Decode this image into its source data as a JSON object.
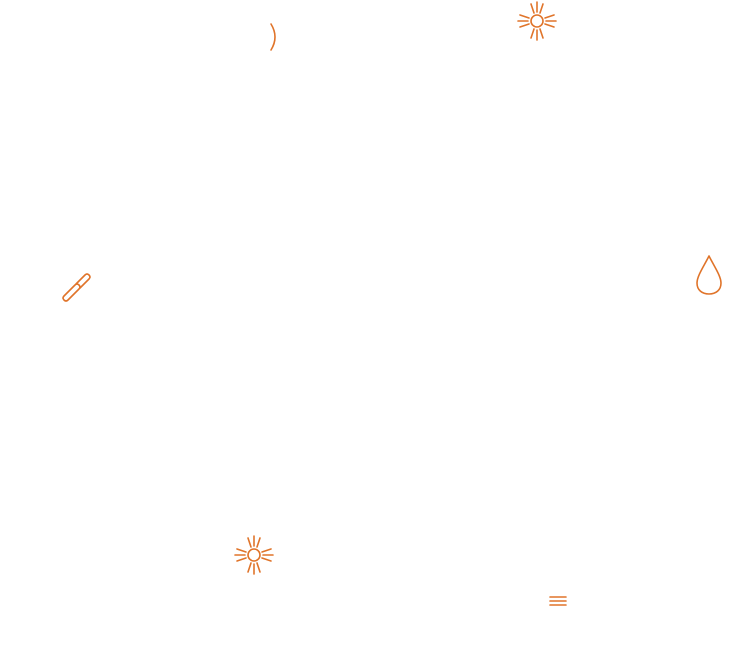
{
  "theme": {
    "accent": "#e0742a",
    "background": "#ffffff"
  },
  "icons": [
    {
      "id": "icon-arc",
      "semantic": "crescent-arc-icon"
    },
    {
      "id": "icon-sun-top",
      "semantic": "sun-icon"
    },
    {
      "id": "icon-strokes",
      "semantic": "rain-strokes-icon"
    },
    {
      "id": "icon-drop",
      "semantic": "water-drop-icon"
    },
    {
      "id": "icon-sun-bot",
      "semantic": "sun-icon"
    },
    {
      "id": "icon-lines",
      "semantic": "fog-lines-icon"
    }
  ]
}
